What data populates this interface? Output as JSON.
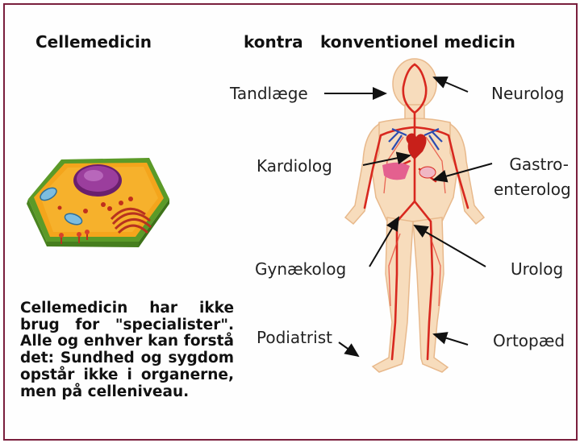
{
  "titles": {
    "left": "Cellemedicin",
    "middle": "kontra",
    "right": "konventionel medicin"
  },
  "labels": {
    "tandlaege": "Tandlæge",
    "neurolog": "Neurolog",
    "kardiolog": "Kardiolog",
    "gastro_line1": "Gastro-",
    "gastro_line2": "enterolog",
    "gynaekolog": "Gynækolog",
    "urolog": "Urolog",
    "podiatrist": "Podiatrist",
    "ortopaed": "Ortopæd"
  },
  "description": "Cellemedicin har ikke brug for \"specialister\". Alle og enhver kan forstå det: Sundhed og sygdom opstår ikke i organerne, men på celleniveau.",
  "colors": {
    "frame": "#7a1f3d",
    "skin": "#f6d9b4",
    "artery": "#d8281f",
    "vein": "#2b4bb0",
    "cell_membrane": "#f5a81e",
    "cell_base": "#6fae32",
    "nucleus": "#7d2a7e"
  }
}
